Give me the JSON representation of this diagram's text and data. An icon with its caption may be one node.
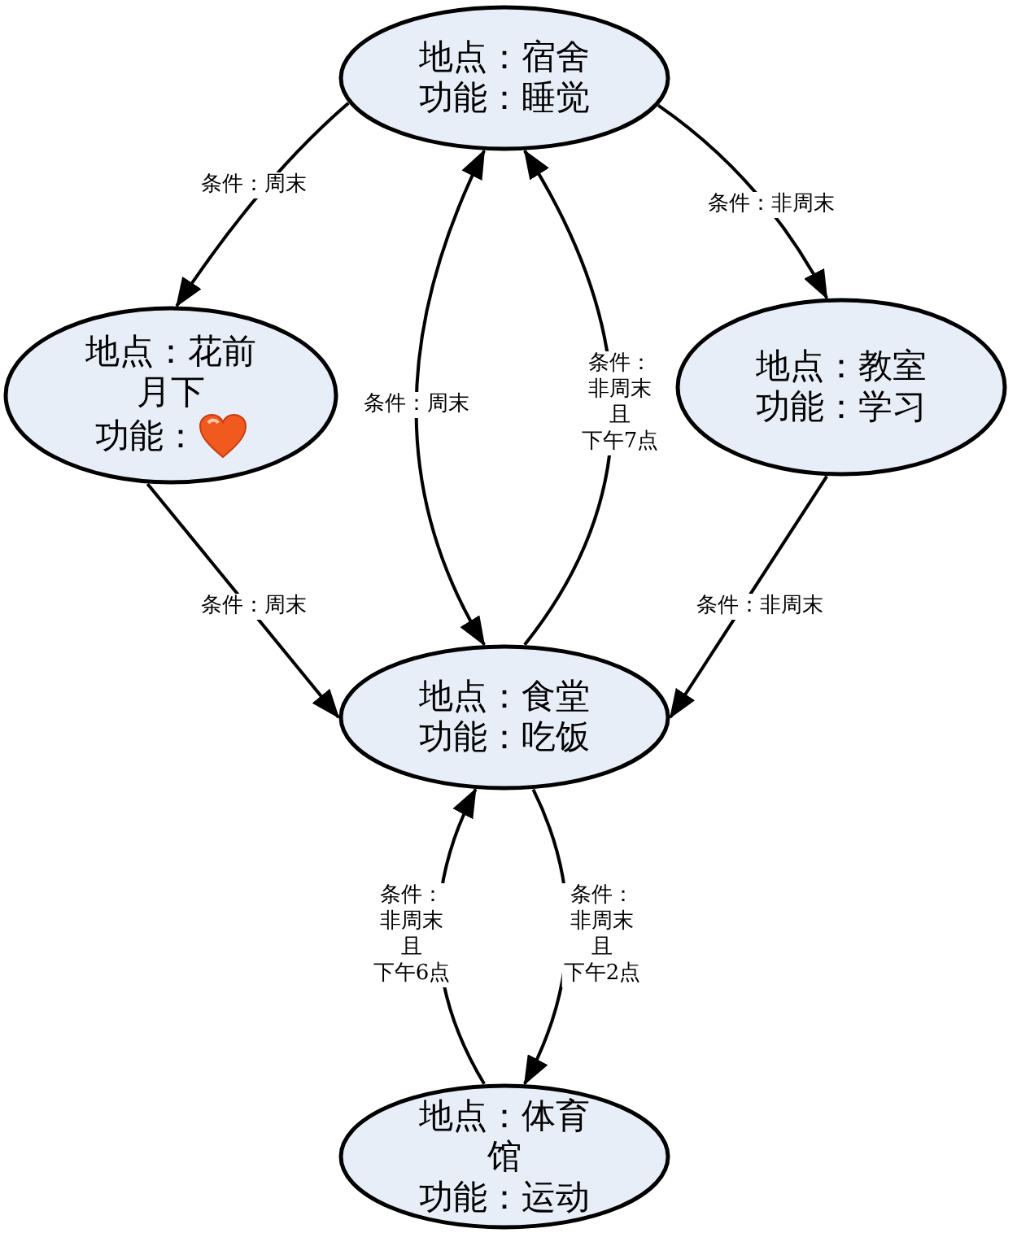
{
  "diagram": {
    "nodes": [
      {
        "text": [
          "地点：宿舍",
          "功能：睡觉"
        ]
      },
      {
        "text": [
          "地点：花前月下",
          "功能："
        ]
      },
      {
        "text": [
          "地点：教室",
          "功能：学习"
        ]
      },
      {
        "text": [
          "地点：食堂",
          "功能：吃饭"
        ]
      },
      {
        "text": [
          "地点：体育馆",
          "功能：运动"
        ]
      }
    ],
    "edges": [
      {
        "from": 0,
        "to": 1,
        "arrow": "to",
        "label": "条件：周末"
      },
      {
        "from": 0,
        "to": 2,
        "arrow": "to",
        "label": "条件：非周末"
      },
      {
        "from": 0,
        "to": 3,
        "arrow": "both",
        "label": "条件：周末"
      },
      {
        "from": 3,
        "to": 0,
        "arrow": "to",
        "label": "条件：非周末且下午7点"
      },
      {
        "from": 1,
        "to": 3,
        "arrow": "to",
        "label": "条件：周末"
      },
      {
        "from": 2,
        "to": 3,
        "arrow": "to",
        "label": "条件：非周末"
      },
      {
        "from": 4,
        "to": 3,
        "arrow": "to",
        "label": "条件：非周末且下午6点"
      },
      {
        "from": 3,
        "to": 4,
        "arrow": "to",
        "label": "条件：非周末且下午2点"
      }
    ]
  }
}
